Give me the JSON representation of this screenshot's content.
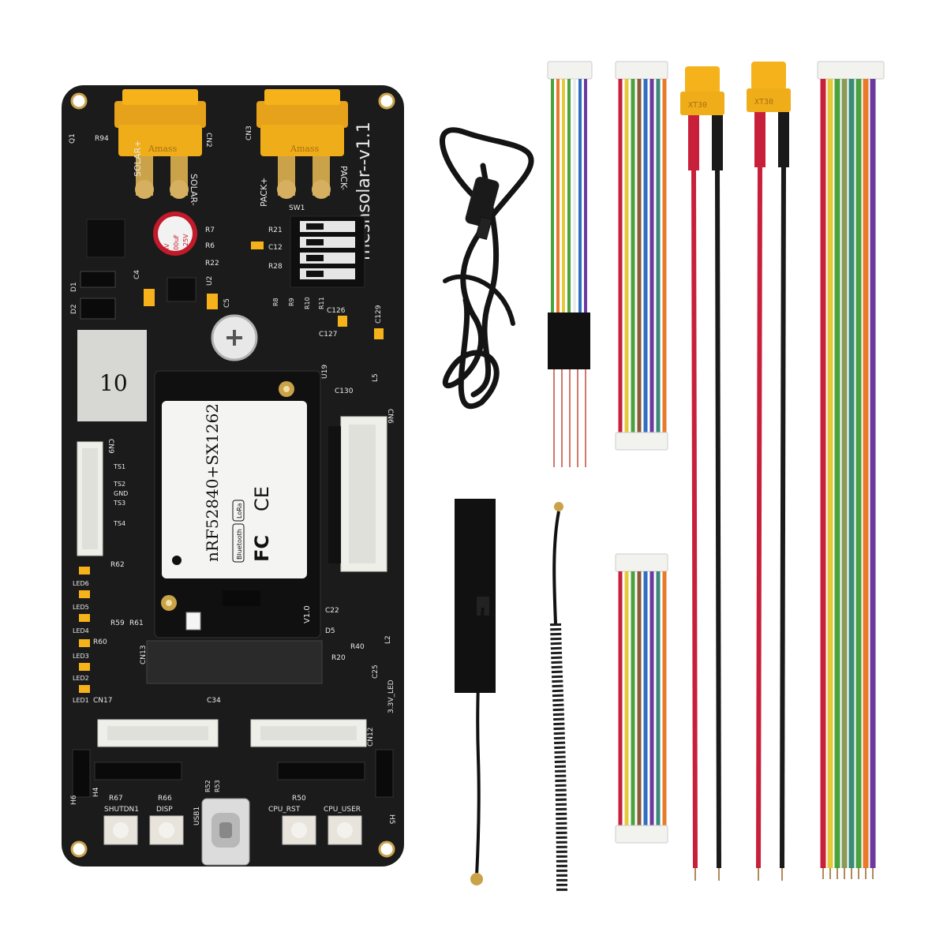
{
  "board": {
    "version_label": "meshsolar--v1.1",
    "sticker_number": "10",
    "module_title": "nRF52840+SX1262",
    "module_version": "V1.0",
    "badge_bluetooth": "Bluetooth",
    "badge_lora": "LoRa",
    "cert_fcc": "FC",
    "cert_ce": "CE",
    "connector_brand": "Amass",
    "cap_text_1": "HV",
    "cap_text_2": "100uF",
    "cap_text_3": "25V",
    "labels": {
      "solar_plus": "SOLAR+",
      "solar_minus": "SOLAR-",
      "pack_plus": "PACK+",
      "pack_minus": "PACK-",
      "cn2": "CN2",
      "cn3": "CN3",
      "sw1": "SW1",
      "r94": "R94",
      "q1": "Q1",
      "r7": "R7",
      "r6": "R6",
      "r22": "R22",
      "r21": "R21",
      "c12": "C12",
      "r28": "R28",
      "c126": "C126",
      "c127": "C127",
      "c129": "C129",
      "c130": "C130",
      "u19": "U19",
      "cn6": "CN6",
      "cn9": "CN9",
      "d1": "D1",
      "d2": "D2",
      "ts1": "TS1",
      "ts2": "TS2",
      "ts3": "TS3",
      "ts4": "TS4",
      "gnd": "GND",
      "led1": "LED1",
      "led2": "LED2",
      "led3": "LED3",
      "led4": "LED4",
      "led5": "LED5",
      "led6": "LED6",
      "r62": "R62",
      "r59": "R59",
      "r61": "R61",
      "r60": "R60",
      "cn13": "CN13",
      "cn17": "CN17",
      "c34": "C34",
      "l2": "L2",
      "r40": "R40",
      "r20": "R20",
      "d5": "D5",
      "c22": "C22",
      "c25": "C25",
      "led_3v3": "3.3V_LED",
      "cn12": "CN12",
      "r67": "R67",
      "r66": "R66",
      "r50": "R50",
      "r52": "R52",
      "r53": "R53",
      "usb1": "USB1",
      "shutdown": "SHUTDN1",
      "disp": "DISP",
      "cpu_rst": "CPU_RST",
      "cpu_user": "CPU_USER",
      "h4": "H4",
      "h5": "H5",
      "h6": "H6",
      "c5": "C5",
      "c4": "C4",
      "u2": "U2",
      "r8": "R8",
      "r9": "R9",
      "r10": "R10",
      "r11": "R11",
      "l5": "L5"
    }
  },
  "accessories": {
    "xt30_label": "XT30",
    "xt30_label_2": "XT30"
  },
  "colors": {
    "pcb": "#1b1b1b",
    "xt30_yellow": "#f5b21a",
    "gold": "#c9a24a",
    "white_header": "#f2f2ef",
    "sticker": "#d7d7d4",
    "wire_red": "#c8203a",
    "wire_black": "#1a1a1a",
    "rainbow": [
      "#c8203a",
      "#e87a2a",
      "#e6c93a",
      "#4aa23c",
      "#2f6fc2",
      "#6b3a9e",
      "#8a5a3a",
      "#3a8a7a"
    ]
  },
  "icons": [
    "fcc-logo-icon",
    "ce-mark-icon",
    "ufl-connector-icon",
    "usb-c-port-icon"
  ]
}
